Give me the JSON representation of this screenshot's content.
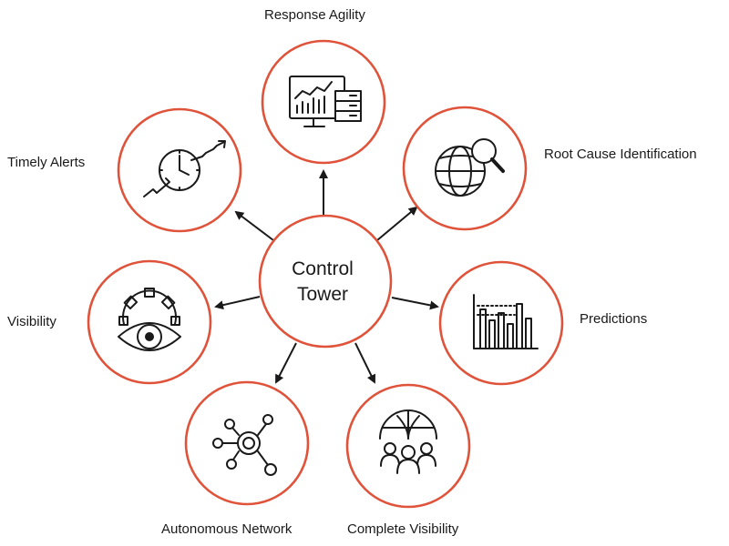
{
  "center": {
    "line1": "Control",
    "line2": "Tower"
  },
  "nodes": [
    {
      "id": "response-agility",
      "label": "Response Agility",
      "icon": "monitor-chart-server-icon"
    },
    {
      "id": "root-cause",
      "label": "Root Cause Identification",
      "icon": "globe-magnifier-icon"
    },
    {
      "id": "predictions",
      "label": "Predictions",
      "icon": "bar-chart-icon"
    },
    {
      "id": "complete-visibility",
      "label": "Complete Visibility",
      "icon": "globe-people-icon"
    },
    {
      "id": "autonomous-network",
      "label": "Autonomous Network",
      "icon": "network-nodes-icon"
    },
    {
      "id": "visibility",
      "label": "Visibility",
      "icon": "gear-eye-icon"
    },
    {
      "id": "timely-alerts",
      "label": "Timely Alerts",
      "icon": "clock-trend-icon"
    }
  ],
  "colors": {
    "ring": "#e0533b",
    "ink": "#1a1a1a",
    "background": "#ffffff"
  }
}
